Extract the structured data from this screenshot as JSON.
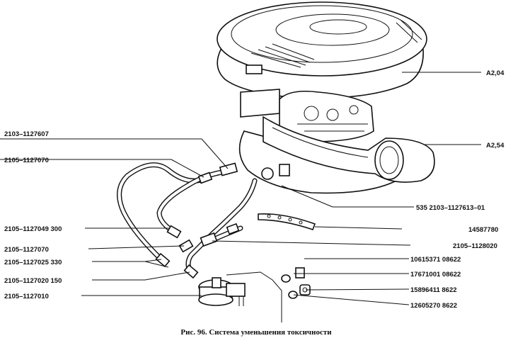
{
  "caption": "Рис. 96. Система уменьшения токсичности",
  "callouts_right": [
    "А2,04",
    "А2,54",
    "535  2103–1127613–01",
    "14587780",
    "2105–1128020",
    "10615371  08622",
    "17671001  08622",
    "15896411  8622",
    "12605270  8622"
  ],
  "callouts_left": [
    "2103–1127607",
    "2105–1127070",
    "2105–1127049  300",
    "2105–1127070",
    "2105–1127025  330",
    "2105–1127020  150",
    "2105–1127010"
  ]
}
